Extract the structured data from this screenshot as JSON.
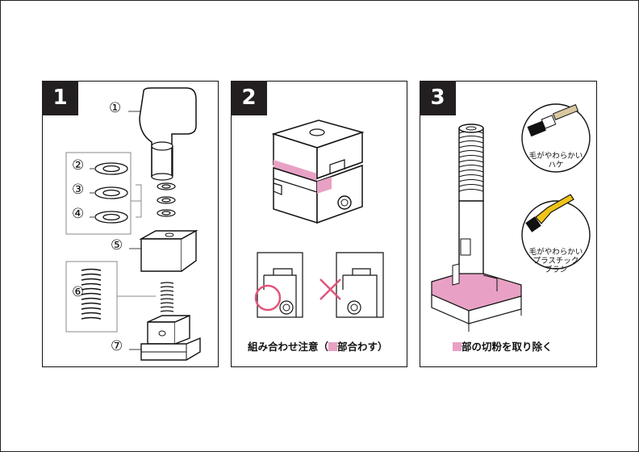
{
  "panels": [
    {
      "number": "1"
    },
    {
      "number": "2",
      "caption_before": "組み合わせ注意（",
      "caption_after": "部合わす）"
    },
    {
      "number": "3",
      "caption": "部の切粉を取り除く"
    }
  ],
  "parts": [
    "①",
    "②",
    "③",
    "④",
    "⑤",
    "⑥",
    "⑦"
  ],
  "brushes": [
    {
      "line1": "毛がやわらかい",
      "line2": "ハケ"
    },
    {
      "line1": "毛がやわらかい",
      "line2": "プラスチック",
      "line3": "ブラシ"
    }
  ],
  "colors": {
    "highlight": "#e8a1c4",
    "ok_mark": "#e0557a",
    "ng_mark": "#e0557a",
    "brush_ring": "#f0c419"
  }
}
